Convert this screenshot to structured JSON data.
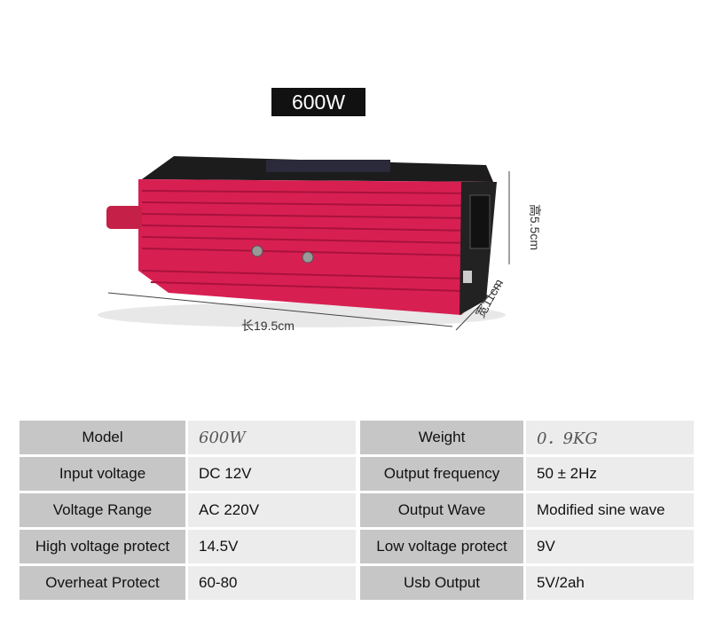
{
  "badge": "600W",
  "dimensions": {
    "length": "长19.5cm",
    "height": "高5.5cm",
    "width": "宽11cm"
  },
  "specs": [
    {
      "label1": "Model",
      "value1": "600W",
      "label2": "Weight",
      "value2": "0．9KG"
    },
    {
      "label1": "Input voltage",
      "value1": "DC 12V",
      "label2": "Output frequency",
      "value2": "50 ± 2Hz"
    },
    {
      "label1": "Voltage Range",
      "value1": "AC 220V",
      "label2": "Output Wave",
      "value2": "Modified sine wave"
    },
    {
      "label1": "High voltage protect",
      "value1": "14.5V",
      "label2": "Low voltage protect",
      "value2": "9V"
    },
    {
      "label1": "Overheat Protect",
      "value1": "60-80",
      "label2": "Usb Output",
      "value2": "5V/2ah"
    }
  ],
  "colors": {
    "body": "#d81f52",
    "dark": "#1a1a1a"
  }
}
